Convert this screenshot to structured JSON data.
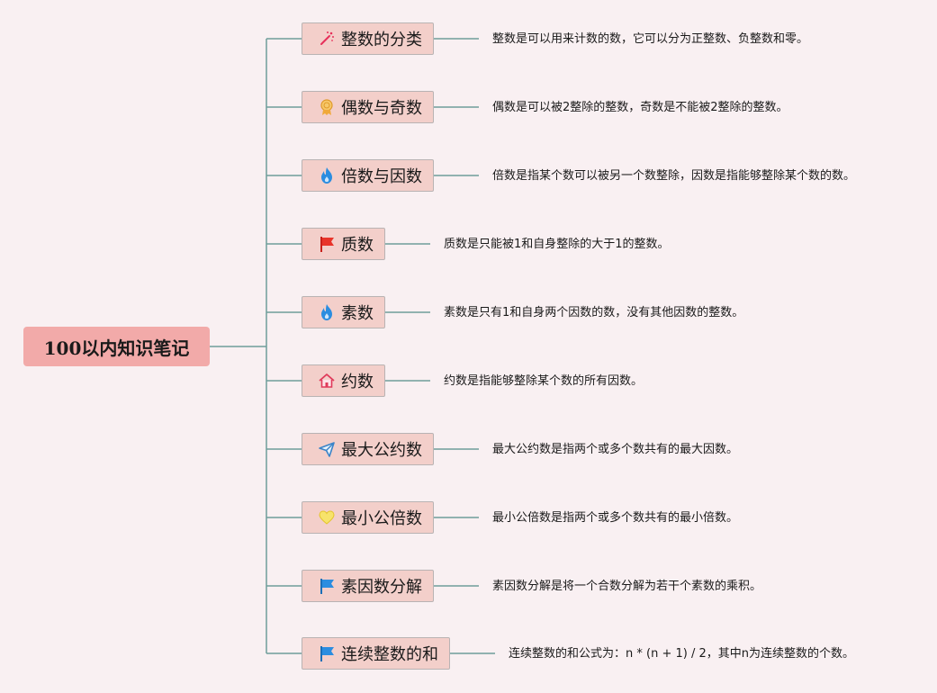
{
  "root": {
    "title": "100以内知识笔记"
  },
  "topics": [
    {
      "label": "整数的分类",
      "icon": "magic-wand-icon",
      "note": "整数是可以用来计数的数，它可以分为正整数、负整数和零。"
    },
    {
      "label": "偶数与奇数",
      "icon": "award-medal-icon",
      "note": "偶数是可以被2整除的整数，奇数是不能被2整除的整数。"
    },
    {
      "label": "倍数与因数",
      "icon": "fire-icon",
      "note": "倍数是指某个数可以被另一个数整除，因数是指能够整除某个数的数。"
    },
    {
      "label": "质数",
      "icon": "red-flag-icon",
      "note": "质数是只能被1和自身整除的大于1的整数。"
    },
    {
      "label": "素数",
      "icon": "fire-icon",
      "note": "素数是只有1和自身两个因数的数，没有其他因数的整数。"
    },
    {
      "label": "约数",
      "icon": "home-icon",
      "note": "约数是指能够整除某个数的所有因数。"
    },
    {
      "label": "最大公约数",
      "icon": "paper-plane-icon",
      "note": "最大公约数是指两个或多个数共有的最大因数。"
    },
    {
      "label": "最小公倍数",
      "icon": "heart-icon",
      "note": "最小公倍数是指两个或多个数共有的最小倍数。"
    },
    {
      "label": "素因数分解",
      "icon": "blue-flag-icon",
      "note": "素因数分解是将一个合数分解为若干个素数的乘积。"
    },
    {
      "label": "连续整数的和",
      "icon": "blue-flag-icon",
      "note": "连续整数的和公式为：n * (n + 1) / 2，其中n为连续整数的个数。"
    }
  ],
  "colors": {
    "background": "#f9f0f2",
    "root_fill": "#f2aaa9",
    "topic_fill": "#f3cfca",
    "connector": "#6f9e9a"
  }
}
